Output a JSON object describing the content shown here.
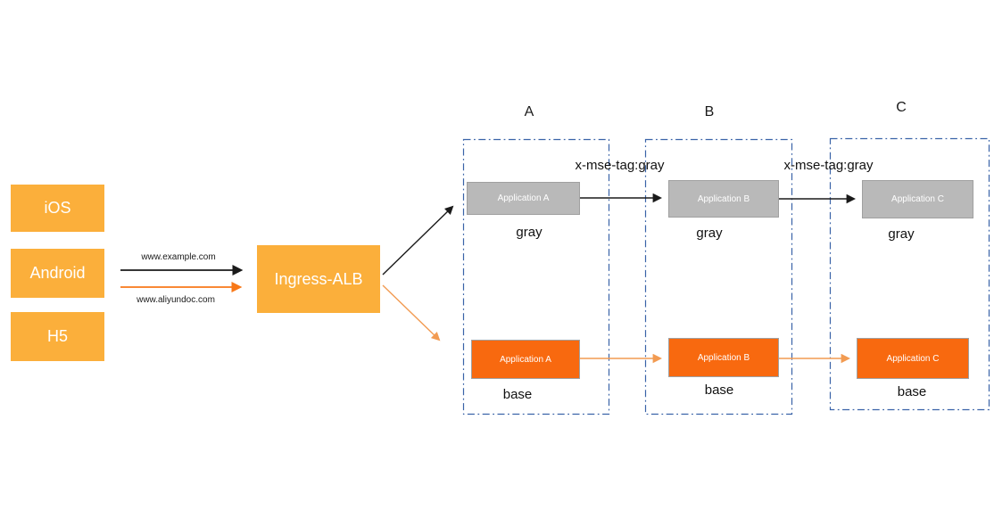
{
  "clients": [
    {
      "label": "iOS"
    },
    {
      "label": "Android"
    },
    {
      "label": "H5"
    }
  ],
  "gateway": {
    "label": "Ingress-ALB"
  },
  "routes": {
    "example_domain": "www.example.com",
    "aliyundoc_domain": "www.aliyundoc.com"
  },
  "tag_labels": [
    "x-mse-tag:gray",
    "x-mse-tag:gray"
  ],
  "groups": [
    {
      "name": "A",
      "gray_app": "Application A",
      "gray_tier": "gray",
      "base_app": "Application A",
      "base_tier": "base"
    },
    {
      "name": "B",
      "gray_app": "Application B",
      "gray_tier": "gray",
      "base_app": "Application B",
      "base_tier": "base"
    },
    {
      "name": "C",
      "gray_app": "Application C",
      "gray_tier": "gray",
      "base_app": "Application C",
      "base_tier": "base"
    }
  ],
  "colors": {
    "amber_box": "#FBAF3B",
    "base_orange_box": "#F8690F",
    "gray_box": "#B9B9B9",
    "box_border": "#A0A0A0",
    "container_border": "#3A63A8",
    "arrow_black": "#1A1A1A",
    "arrow_orange_bright": "#F87818",
    "arrow_orange_light": "#F29B52"
  }
}
